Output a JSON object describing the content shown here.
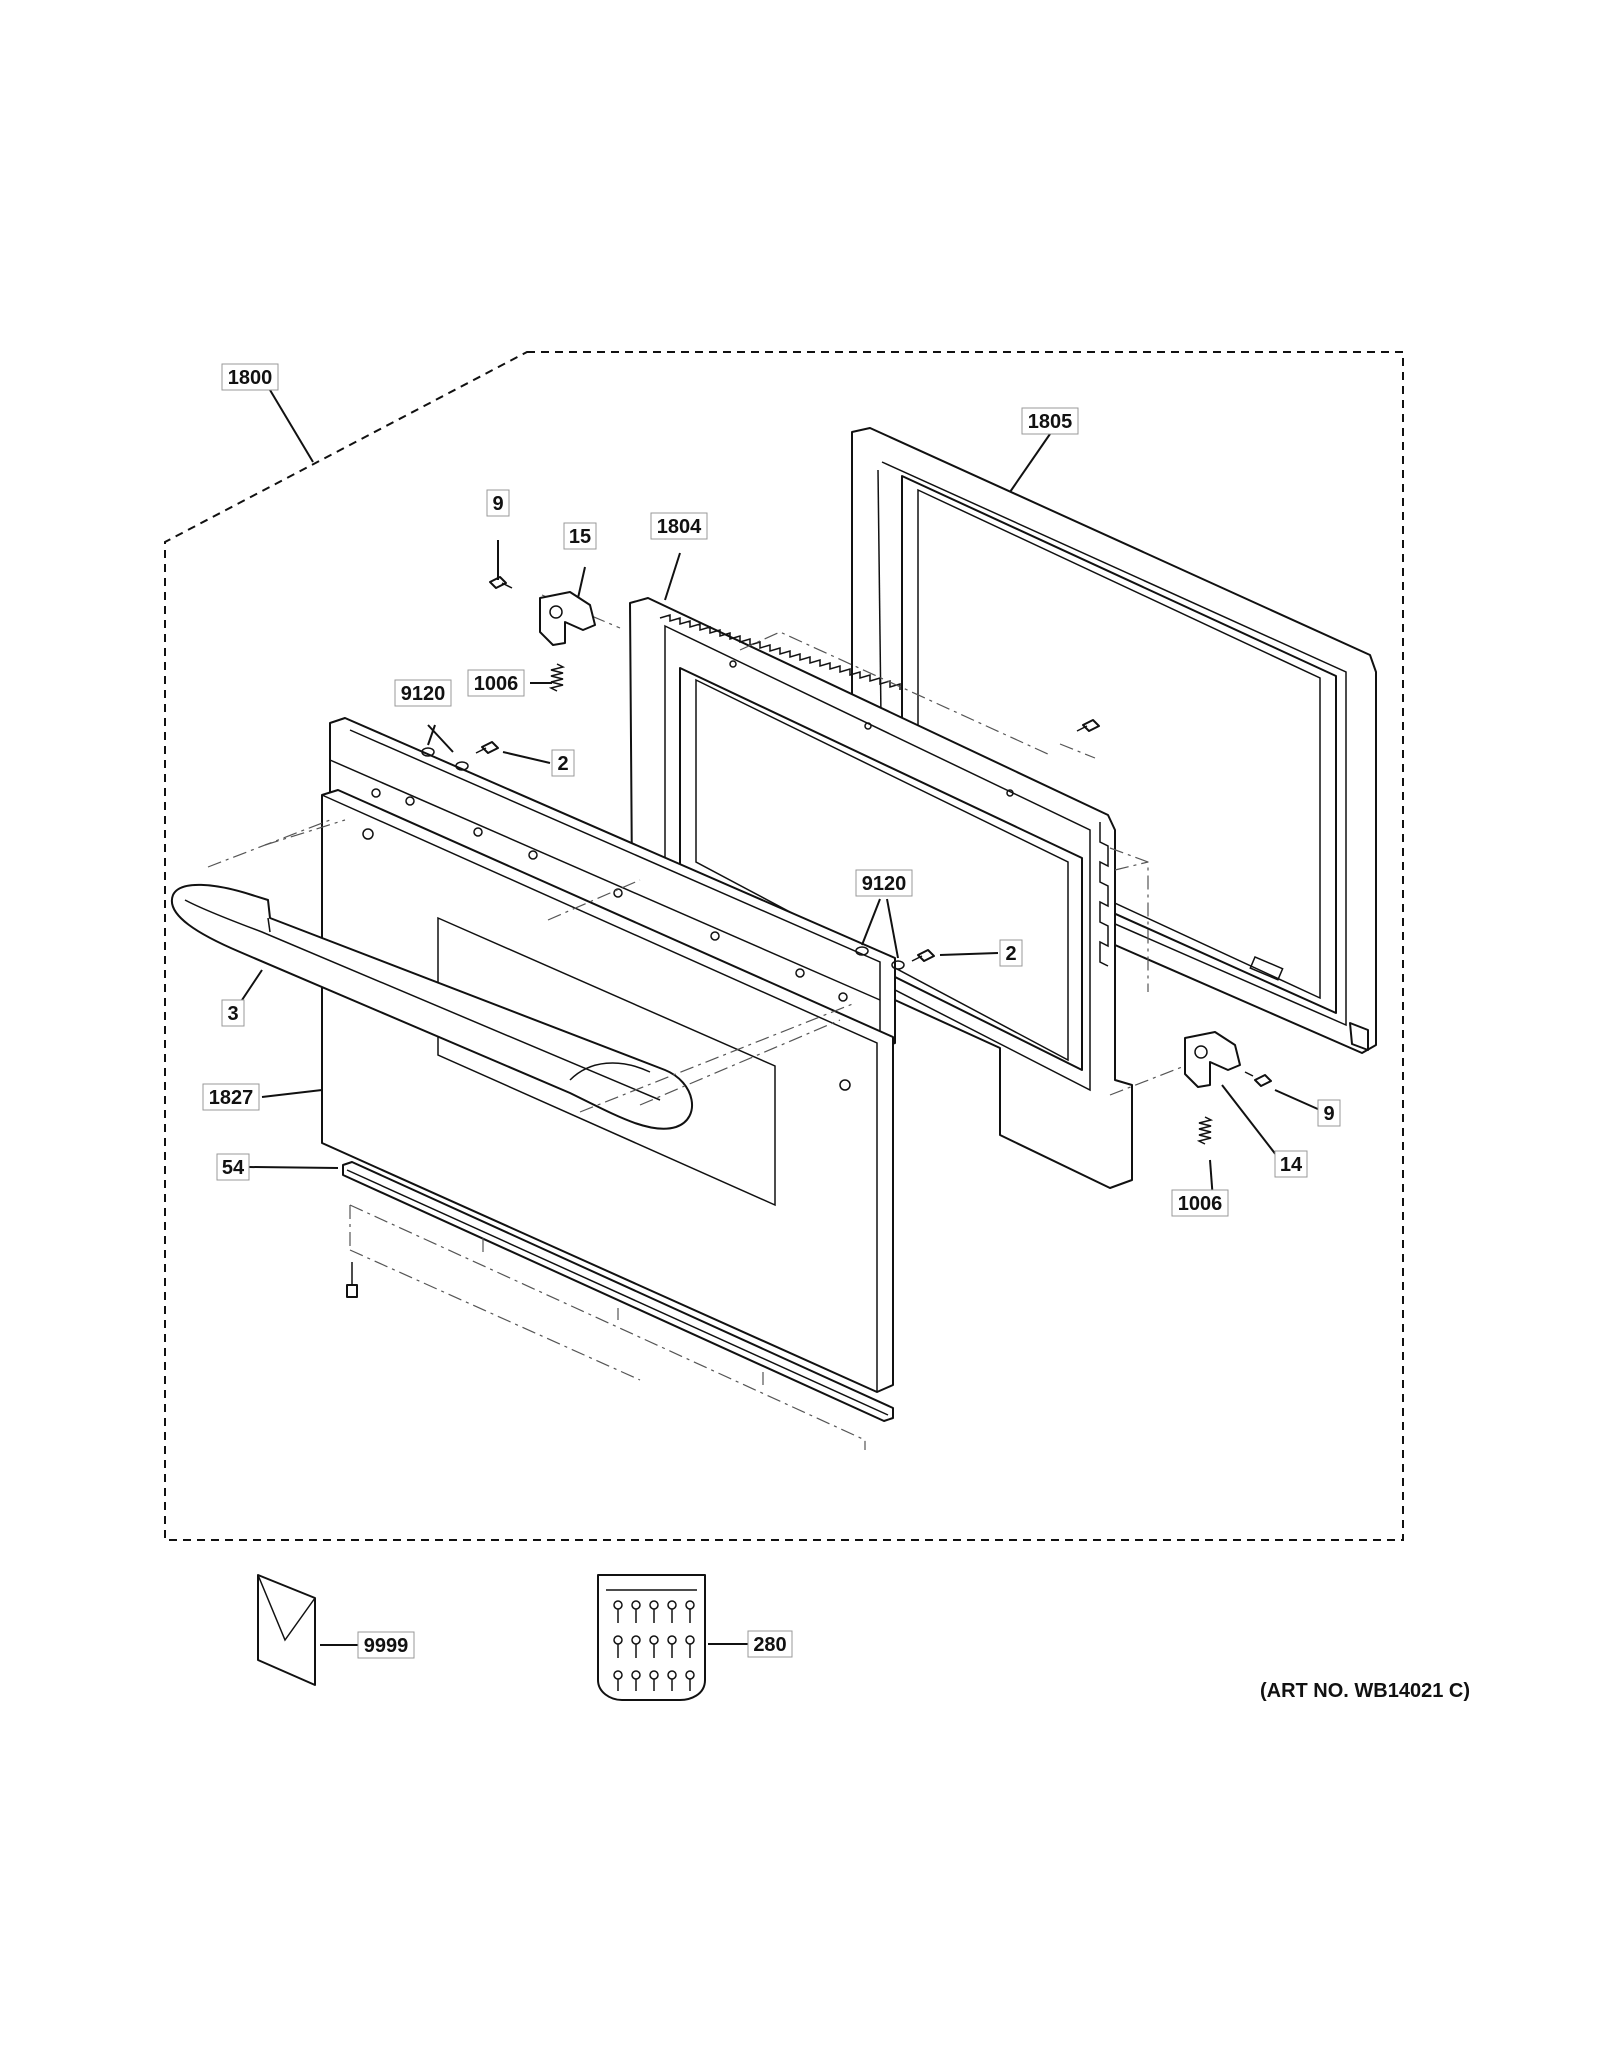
{
  "callouts": [
    {
      "id": "1800",
      "text": "1800"
    },
    {
      "id": "1805",
      "text": "1805"
    },
    {
      "id": "9-top",
      "text": "9"
    },
    {
      "id": "15",
      "text": "15"
    },
    {
      "id": "1804",
      "text": "1804"
    },
    {
      "id": "1006-top",
      "text": "1006"
    },
    {
      "id": "9120-left",
      "text": "9120"
    },
    {
      "id": "2-left",
      "text": "2"
    },
    {
      "id": "9120-right",
      "text": "9120"
    },
    {
      "id": "2-right",
      "text": "2"
    },
    {
      "id": "3",
      "text": "3"
    },
    {
      "id": "1827",
      "text": "1827"
    },
    {
      "id": "9-right",
      "text": "9"
    },
    {
      "id": "14",
      "text": "14"
    },
    {
      "id": "54",
      "text": "54"
    },
    {
      "id": "1006-bottom",
      "text": "1006"
    },
    {
      "id": "9999",
      "text": "9999"
    },
    {
      "id": "280",
      "text": "280"
    }
  ],
  "art_number": "(ART NO. WB14021 C)"
}
